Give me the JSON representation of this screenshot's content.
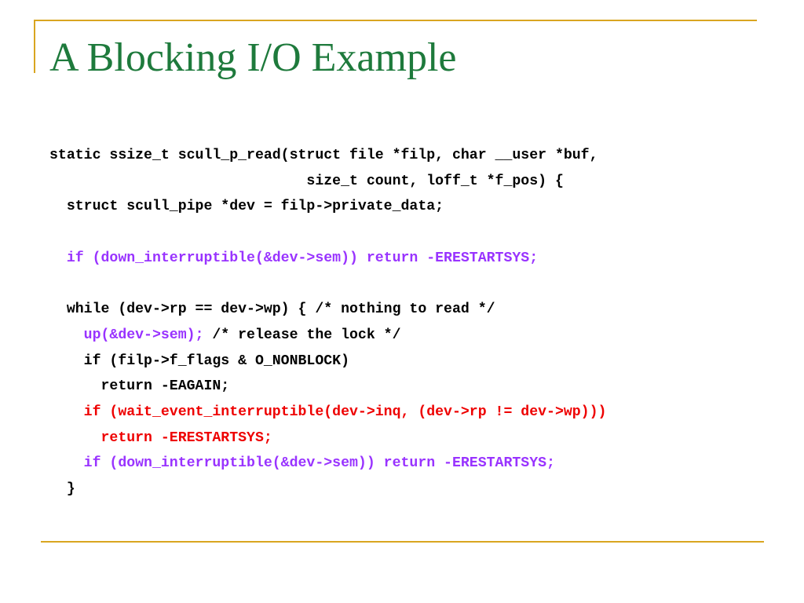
{
  "slide": {
    "title": "A Blocking I/O Example",
    "colors": {
      "title": "#1e7a3c",
      "rules": "#d9a520",
      "code_default": "#000000",
      "code_purple": "#9933ff",
      "code_red": "#ee0000"
    }
  },
  "code": {
    "lines": [
      [
        {
          "text": "static ssize_t scull_p_read(struct file *filp, char __user *buf,",
          "color": "#000000"
        }
      ],
      [
        {
          "text": "                              size_t count, loff_t *f_pos) {",
          "color": "#000000"
        }
      ],
      [
        {
          "text": "  struct scull_pipe *dev = filp->private_data;",
          "color": "#000000"
        }
      ],
      [],
      [
        {
          "text": "  if (down_interruptible(&dev->sem)) return -ERESTARTSYS;",
          "color": "#9933ff"
        }
      ],
      [],
      [
        {
          "text": "  while (dev->rp == dev->wp) { /* nothing to read */",
          "color": "#000000"
        }
      ],
      [
        {
          "text": "    up(&dev->sem);",
          "color": "#9933ff"
        },
        {
          "text": " /* release the lock */",
          "color": "#000000"
        }
      ],
      [
        {
          "text": "    if (filp->f_flags & O_NONBLOCK)",
          "color": "#000000"
        }
      ],
      [
        {
          "text": "      return -EAGAIN;",
          "color": "#000000"
        }
      ],
      [
        {
          "text": "    if (wait_event_interruptible(dev->inq, (dev->rp != dev->wp)))",
          "color": "#ee0000"
        }
      ],
      [
        {
          "text": "      return -ERESTARTSYS;",
          "color": "#ee0000"
        }
      ],
      [
        {
          "text": "    if (down_interruptible(&dev->sem)) return -ERESTARTSYS;",
          "color": "#9933ff"
        }
      ],
      [
        {
          "text": "  }",
          "color": "#000000"
        }
      ]
    ]
  }
}
